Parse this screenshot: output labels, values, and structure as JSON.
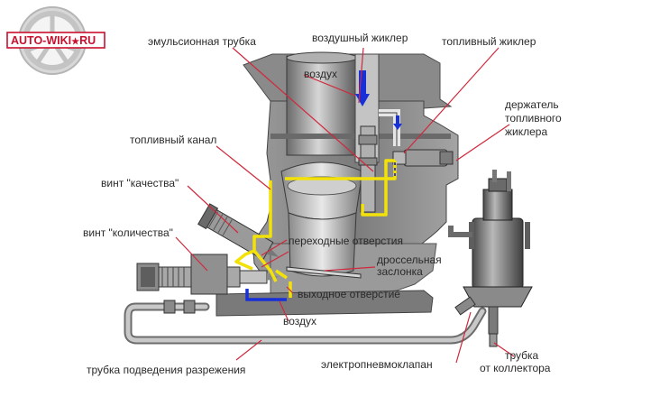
{
  "logo": {
    "text": "AUTO-WIKI",
    "star": "★",
    "suffix": "RU",
    "icon": "wheel-icon"
  },
  "labels": {
    "emulsion_tube": "эмульсионная трубка",
    "air_jet": "воздушный жиклер",
    "fuel_jet": "топливный жиклер",
    "air_top": "воздух",
    "jet_holder_1": "держатель",
    "jet_holder_2": "топливного",
    "jet_holder_3": "жиклера",
    "fuel_channel": "топливный канал",
    "quality_screw": "винт \"качества\"",
    "quantity_screw": "винт \"количества\"",
    "transition_holes": "переходные отверстия",
    "throttle_1": "дроссельная",
    "throttle_2": "заслонка",
    "outlet": "выходное отверстие",
    "air_bottom": "воздух",
    "vacuum_tube": "трубка подведения разрежения",
    "solenoid_valve": "электропневмоклапан",
    "manifold_tube_1": "трубка",
    "manifold_tube_2": "от коллектора"
  },
  "colors": {
    "body": "#8e8e8e",
    "body_dark": "#5e5e5e",
    "fuel": "#f2e20a",
    "air": "#1730d8",
    "leader": "#d0283c",
    "logo_red": "#c8102e"
  }
}
